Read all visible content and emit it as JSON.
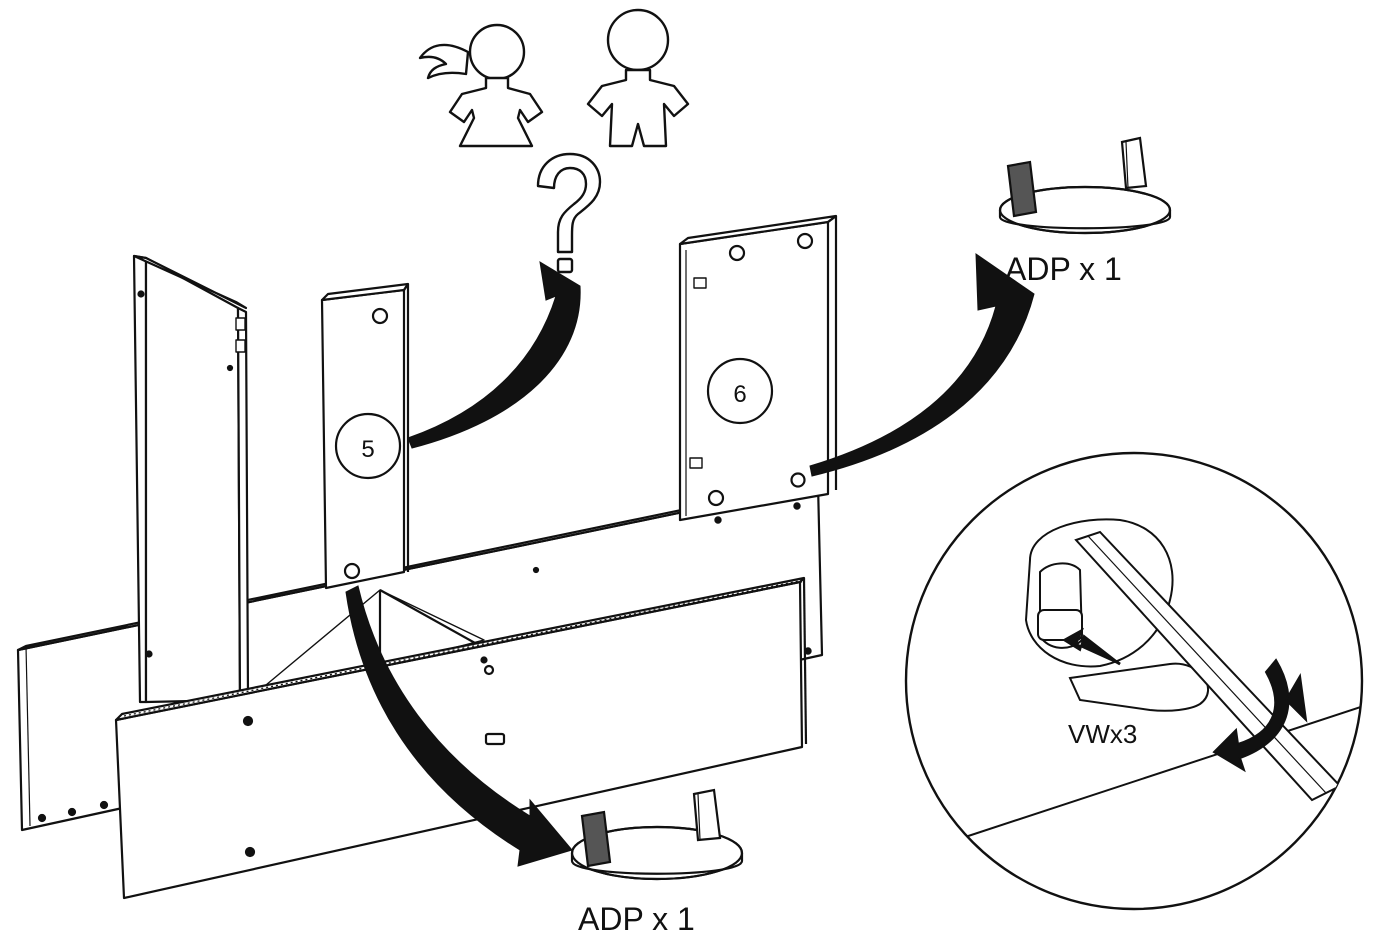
{
  "labels": {
    "part_5": "5",
    "part_6": "6",
    "adp_top": "ADP x 1",
    "adp_bottom": "ADP x 1",
    "tool_code": "VWx3"
  },
  "colors": {
    "ink": "#111111",
    "paper": "#ffffff",
    "glue": "#555555"
  }
}
